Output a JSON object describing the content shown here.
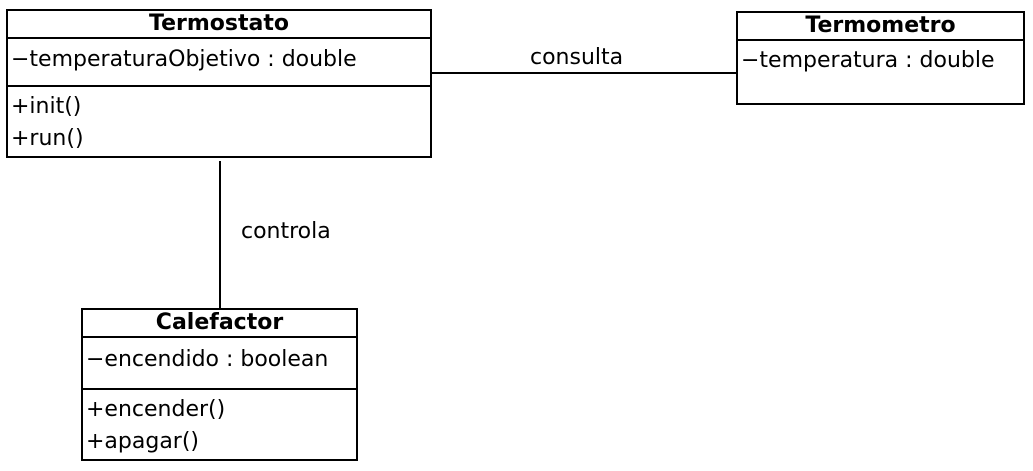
{
  "classes": {
    "termostato": {
      "name": "Termostato",
      "attributes": [
        "−temperaturaObjetivo : double"
      ],
      "operations": [
        "+init()",
        "+run()"
      ]
    },
    "termometro": {
      "name": "Termometro",
      "attributes": [
        "−temperatura : double"
      ],
      "operations": []
    },
    "calefactor": {
      "name": "Calefactor",
      "attributes": [
        "−encendido : boolean"
      ],
      "operations": [
        "+encender()",
        "+apagar()"
      ]
    }
  },
  "associations": {
    "consulta": {
      "label": "consulta",
      "from": "Termostato",
      "to": "Termometro"
    },
    "controla": {
      "label": "controla",
      "from": "Termostato",
      "to": "Calefactor"
    }
  }
}
